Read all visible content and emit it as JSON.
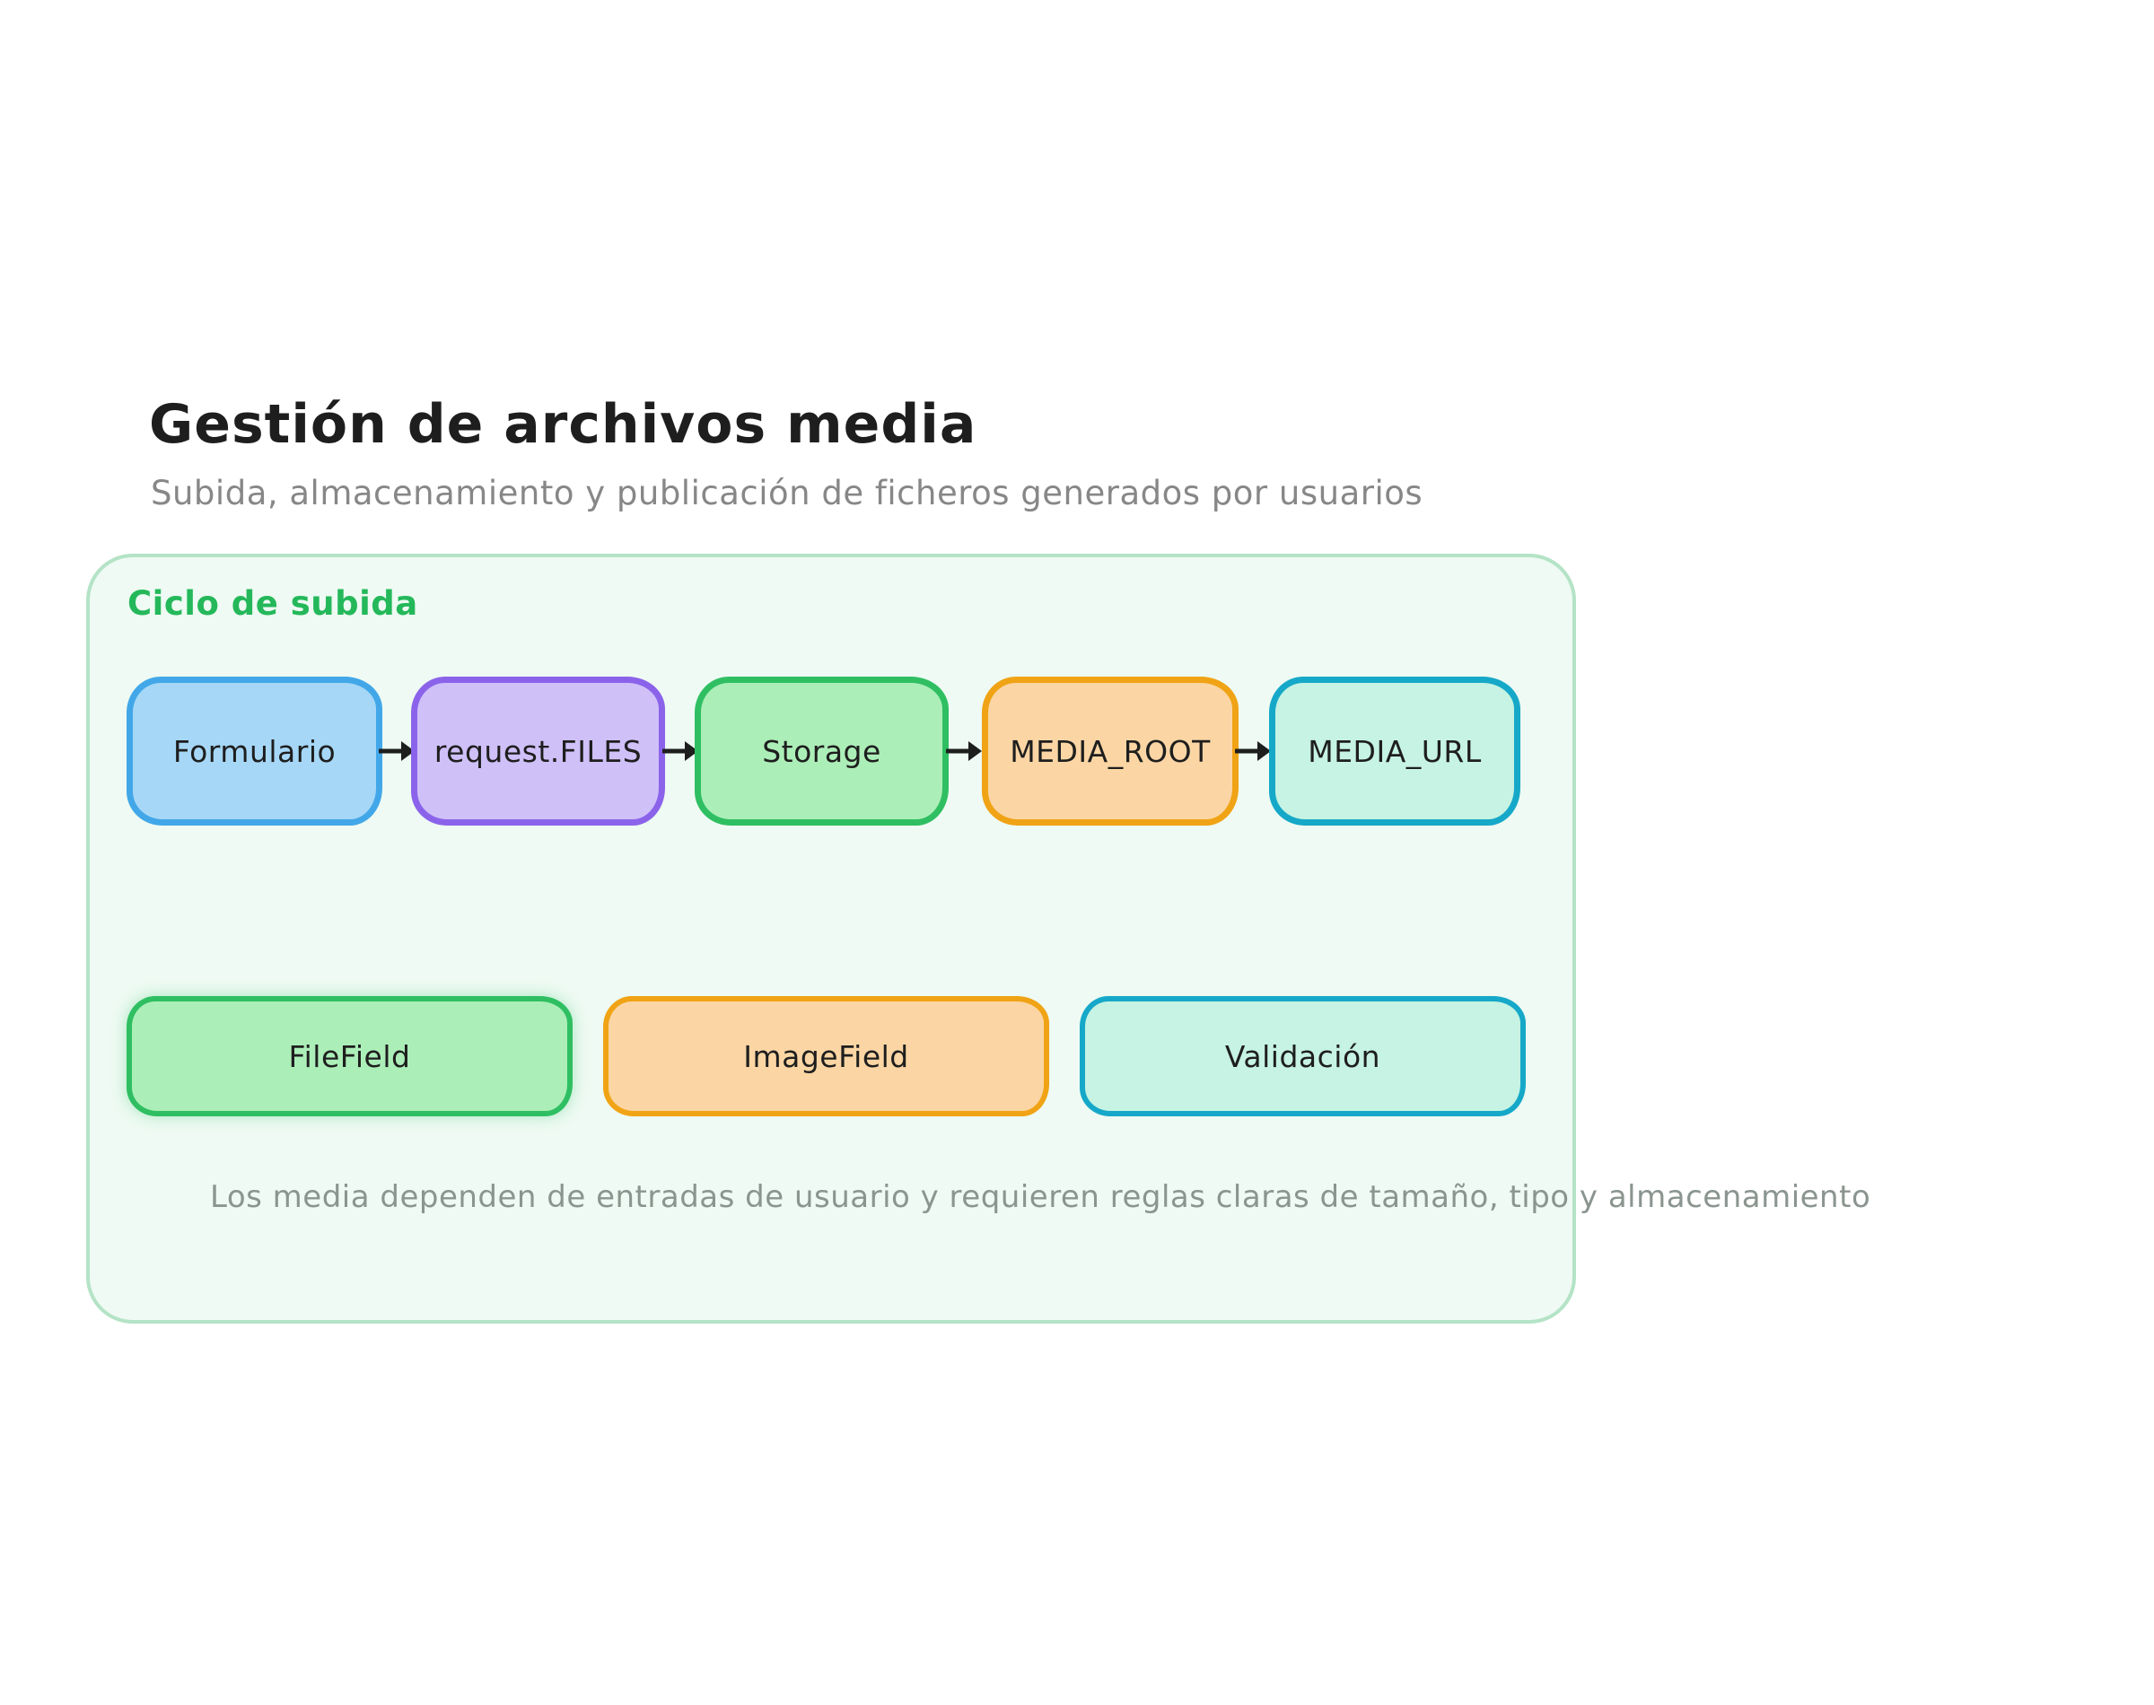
{
  "page": {
    "title": "Gestión de archivos media",
    "subtitle": "Subida, almacenamiento y publicación de ficheros generados por usuarios"
  },
  "frame": {
    "label": "Ciclo de subida",
    "note": "Los media dependen de entradas de usuario y requieren reglas claras de tamaño, tipo y almacenamiento"
  },
  "flow": {
    "nodes": [
      {
        "label": "Formulario",
        "fill": "#a6d7f7",
        "border": "#42a7e8"
      },
      {
        "label": "request.FILES",
        "fill": "#cfc0f8",
        "border": "#8b63ea"
      },
      {
        "label": "Storage",
        "fill": "#aceeb8",
        "border": "#2fbf62"
      },
      {
        "label": "MEDIA_ROOT",
        "fill": "#fbd6a4",
        "border": "#f0a315"
      },
      {
        "label": "MEDIA_URL",
        "fill": "#c6f3e3",
        "border": "#16a8c8"
      }
    ]
  },
  "fields": {
    "items": [
      {
        "label": "FileField",
        "fill": "#aceeb8",
        "border": "#2fbf62"
      },
      {
        "label": "ImageField",
        "fill": "#fbd6a4",
        "border": "#f0a315"
      },
      {
        "label": "Validación",
        "fill": "#c6f3e3",
        "border": "#16a8c8"
      }
    ]
  },
  "colors": {
    "title": "#1e1e1e",
    "subtitle": "#878787",
    "frame_bg": "#eefaf3",
    "frame_border": "#b4e3c6",
    "frame_label": "#24b85a",
    "note": "#8b958f",
    "node_text": "#1e1e1e",
    "arrow": "#1e1e1e"
  }
}
